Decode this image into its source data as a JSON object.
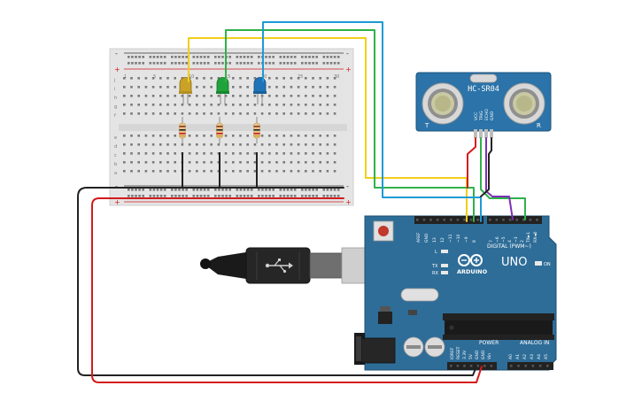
{
  "sensor": {
    "model": "HC-SR04",
    "left_mark": "T",
    "right_mark": "R",
    "pins": [
      "VCC",
      "TRIG",
      "ECHO",
      "GND"
    ]
  },
  "arduino": {
    "brand": "ARDUINO",
    "model": "UNO",
    "on_label": "ON",
    "l_label": "L",
    "tx_label": "TX",
    "rx_label": "RX",
    "digital_label": "DIGITAL (PWM~)",
    "power_label": "POWER",
    "analog_label": "ANALOG IN",
    "digital_pins": [
      "AREF",
      "GND",
      "13",
      "12",
      "~11",
      "~10",
      "~9",
      "8",
      "7",
      "~6",
      "~5",
      "4",
      "~3",
      "2",
      "TX►1",
      "RX◄0"
    ],
    "power_pins": [
      "IOREF",
      "RESET",
      "3.3V",
      "5V",
      "GND",
      "GND",
      "Vin"
    ],
    "analog_pins": [
      "A0",
      "A1",
      "A2",
      "A3",
      "A4",
      "A5"
    ]
  },
  "breadboard": {
    "row_letters_top": [
      "j",
      "i",
      "h",
      "g",
      "f"
    ],
    "row_letters_bottom": [
      "e",
      "d",
      "c",
      "b",
      "a"
    ],
    "column_numbers": [
      "1",
      "5",
      "10",
      "15",
      "20",
      "25",
      "30"
    ],
    "rail_plus": "+",
    "rail_minus": "-"
  },
  "leds": [
    {
      "color": "#c9a227"
    },
    {
      "color": "#1fa33a"
    },
    {
      "color": "#1f73b7"
    }
  ],
  "wires": {
    "yellow": "#f2cf1a",
    "green": "#2fb24a",
    "blue": "#1c9bd6",
    "purple": "#7b2fb5",
    "red": "#d41b1b",
    "black": "#222222"
  }
}
